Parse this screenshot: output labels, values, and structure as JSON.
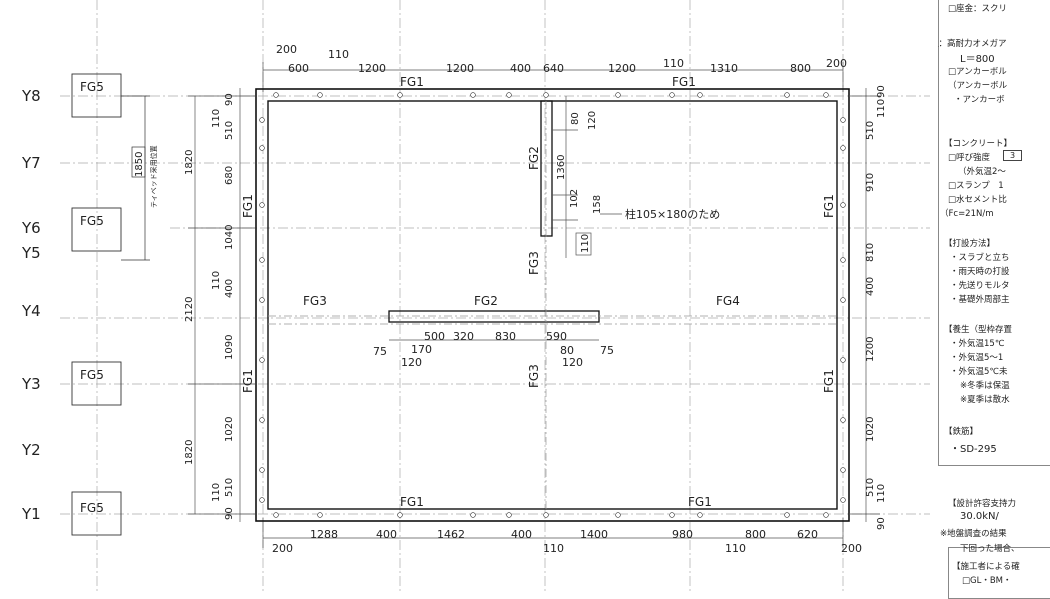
{
  "grid_labels": [
    "Y8",
    "Y7",
    "Y6",
    "Y5",
    "Y4",
    "Y3",
    "Y2",
    "Y1"
  ],
  "footings": {
    "fg5_label": "FG5",
    "fg5_count": 4
  },
  "tie_down": {
    "value": "1850",
    "label": "ティベッド采用位置"
  },
  "beams": {
    "fg1_top_left": "FG1",
    "fg1_top_right": "FG1",
    "fg1_bottom_left": "FG1",
    "fg1_bottom_right": "FG1",
    "fg1_left_upper": "FG1",
    "fg1_left_lower": "FG1",
    "fg1_right_upper": "FG1",
    "fg1_right_lower": "FG1",
    "fg2_vertical": "FG2",
    "fg2_horizontal": "FG2",
    "fg3_left": "FG3",
    "fg3_upper": "FG3",
    "fg3_lower": "FG3",
    "fg4": "FG4"
  },
  "annotation": {
    "note": "柱105×180のため",
    "value": "110"
  },
  "dims_top": [
    "200",
    "600",
    "110",
    "1200",
    "1200",
    "400",
    "640",
    "1200",
    "110",
    "1310",
    "800",
    "200"
  ],
  "dims_bottom": [
    "200",
    "1288",
    "400",
    "1462",
    "400",
    "110",
    "1400",
    "980",
    "110",
    "800",
    "620",
    "200"
  ],
  "dims_left_outer": [
    "1820",
    "2120",
    "1820"
  ],
  "dims_left_inner": [
    "90",
    "110",
    "510",
    "680",
    "1040",
    "110",
    "400",
    "1090",
    "1020",
    "510",
    "110",
    "90"
  ],
  "dims_right": [
    "90",
    "110",
    "510",
    "910",
    "810",
    "400",
    "1200",
    "1020",
    "510",
    "110",
    "90"
  ],
  "dims_center": [
    "80",
    "120",
    "1360",
    "102",
    "158"
  ],
  "dims_mid": [
    "75",
    "170",
    "120",
    "500",
    "320",
    "830",
    "590",
    "80",
    "120",
    "75"
  ],
  "notes": [
    "□座金：スクリ",
    "△：高耐力オメガア",
    "L＝800",
    "□アンカーボル",
    "（アンカーボル",
    "・アンカーボ",
    "【コンクリート】",
    "□呼び強度",
    "（外気温2〜",
    "□スランプ　1",
    "□水セメント比",
    "（Fc=21N/m",
    "【打設方法】",
    "・スラブと立ち",
    "・雨天時の打設",
    "・先送りモルタ",
    "・基礎外周部主",
    "【養生（型枠存置",
    "・外気温15℃",
    "・外気温5〜1",
    "・外気温5℃未",
    "※冬季は保温",
    "※夏季は散水",
    "【鉄筋】",
    "・SD-295",
    "【設計許容支持力",
    "30.0kN/",
    "※地盤調査の結果",
    "下回った場合、",
    "【施工者による確",
    "□GL・BM・"
  ],
  "notes_box_value": "3"
}
